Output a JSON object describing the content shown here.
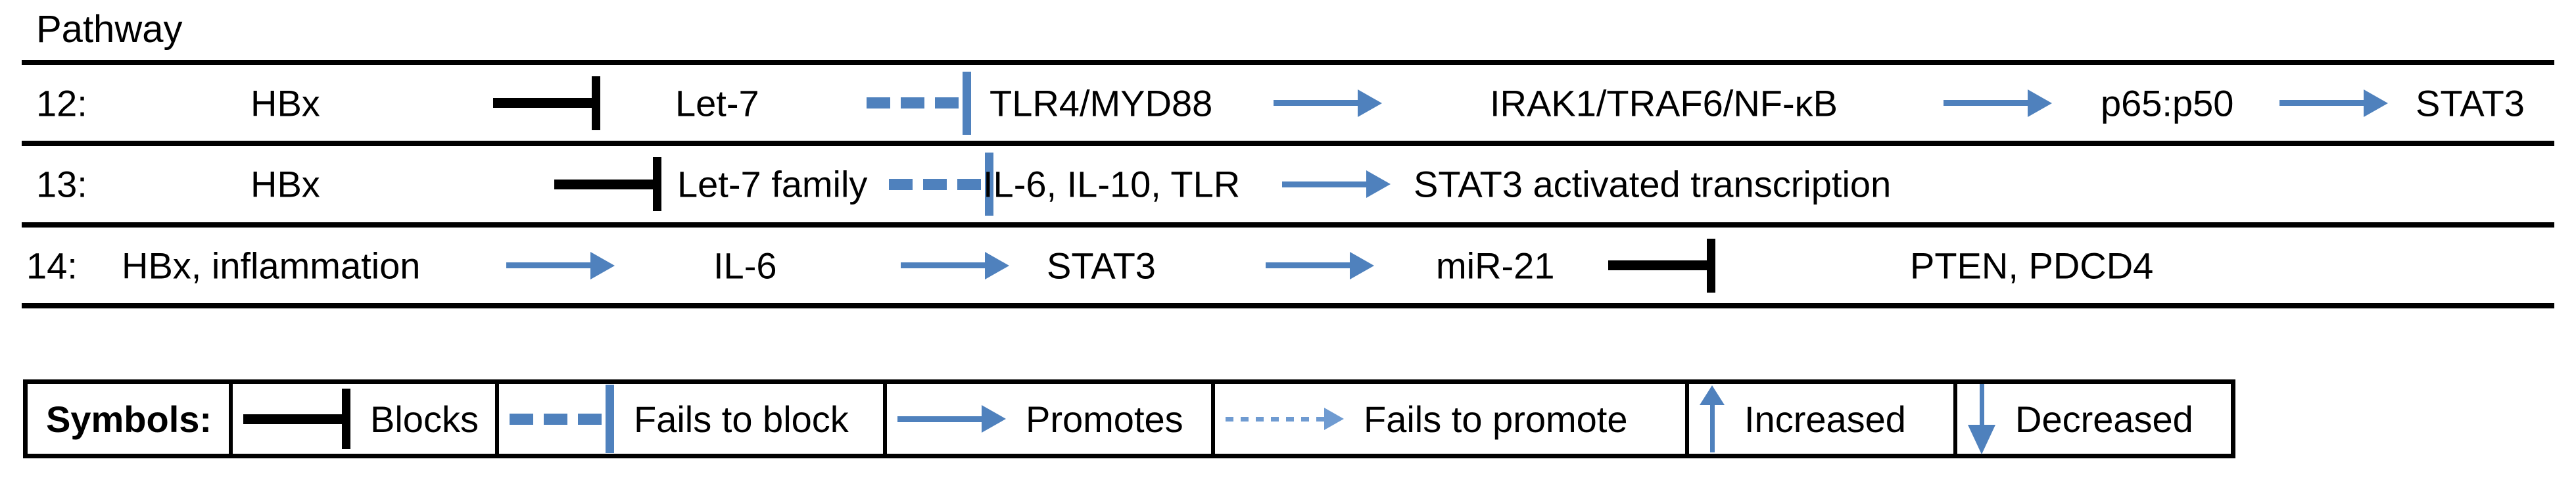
{
  "header": {
    "title": "Pathway"
  },
  "colors": {
    "accent_blue": "#4f81bd",
    "accent_blue_light": "#6f9bd1",
    "ink": "#000000",
    "background": "#ffffff"
  },
  "pathways": [
    {
      "steps": [
        {
          "type": "row_id",
          "text": "12:"
        },
        {
          "type": "node",
          "text": "HBx"
        },
        {
          "type": "blocks"
        },
        {
          "type": "node",
          "text": "Let-7"
        },
        {
          "type": "fails_to_block"
        },
        {
          "type": "node",
          "text": "TLR4/MYD88"
        },
        {
          "type": "promotes"
        },
        {
          "type": "node",
          "text": "IRAK1/TRAF6/NF-κB"
        },
        {
          "type": "promotes"
        },
        {
          "type": "node",
          "text": "p65:p50"
        },
        {
          "type": "promotes"
        },
        {
          "type": "node",
          "text": "STAT3"
        }
      ]
    },
    {
      "steps": [
        {
          "type": "row_id",
          "text": "13:"
        },
        {
          "type": "node",
          "text": "HBx"
        },
        {
          "type": "blocks"
        },
        {
          "type": "node",
          "text": "Let-7 family"
        },
        {
          "type": "fails_to_block"
        },
        {
          "type": "node",
          "text": "IL-6, IL-10, TLR"
        },
        {
          "type": "promotes"
        },
        {
          "type": "node",
          "text": "STAT3 activated transcription"
        }
      ]
    },
    {
      "steps": [
        {
          "type": "row_id",
          "text": "14:"
        },
        {
          "type": "node",
          "text": "HBx, inflammation"
        },
        {
          "type": "promotes"
        },
        {
          "type": "node",
          "text": "IL-6"
        },
        {
          "type": "promotes"
        },
        {
          "type": "node",
          "text": "STAT3"
        },
        {
          "type": "promotes"
        },
        {
          "type": "node",
          "text": "miR-21"
        },
        {
          "type": "blocks"
        },
        {
          "type": "node",
          "text": "PTEN, PDCD4"
        }
      ]
    }
  ],
  "legend": {
    "title": "Symbols:",
    "items": [
      {
        "symbol": "blocks",
        "label": "Blocks"
      },
      {
        "symbol": "fails_to_block",
        "label": "Fails to block"
      },
      {
        "symbol": "promotes",
        "label": "Promotes"
      },
      {
        "symbol": "fails_to_promote",
        "label": "Fails to promote"
      },
      {
        "symbol": "increased",
        "label": "Increased"
      },
      {
        "symbol": "decreased",
        "label": "Decreased"
      }
    ]
  }
}
